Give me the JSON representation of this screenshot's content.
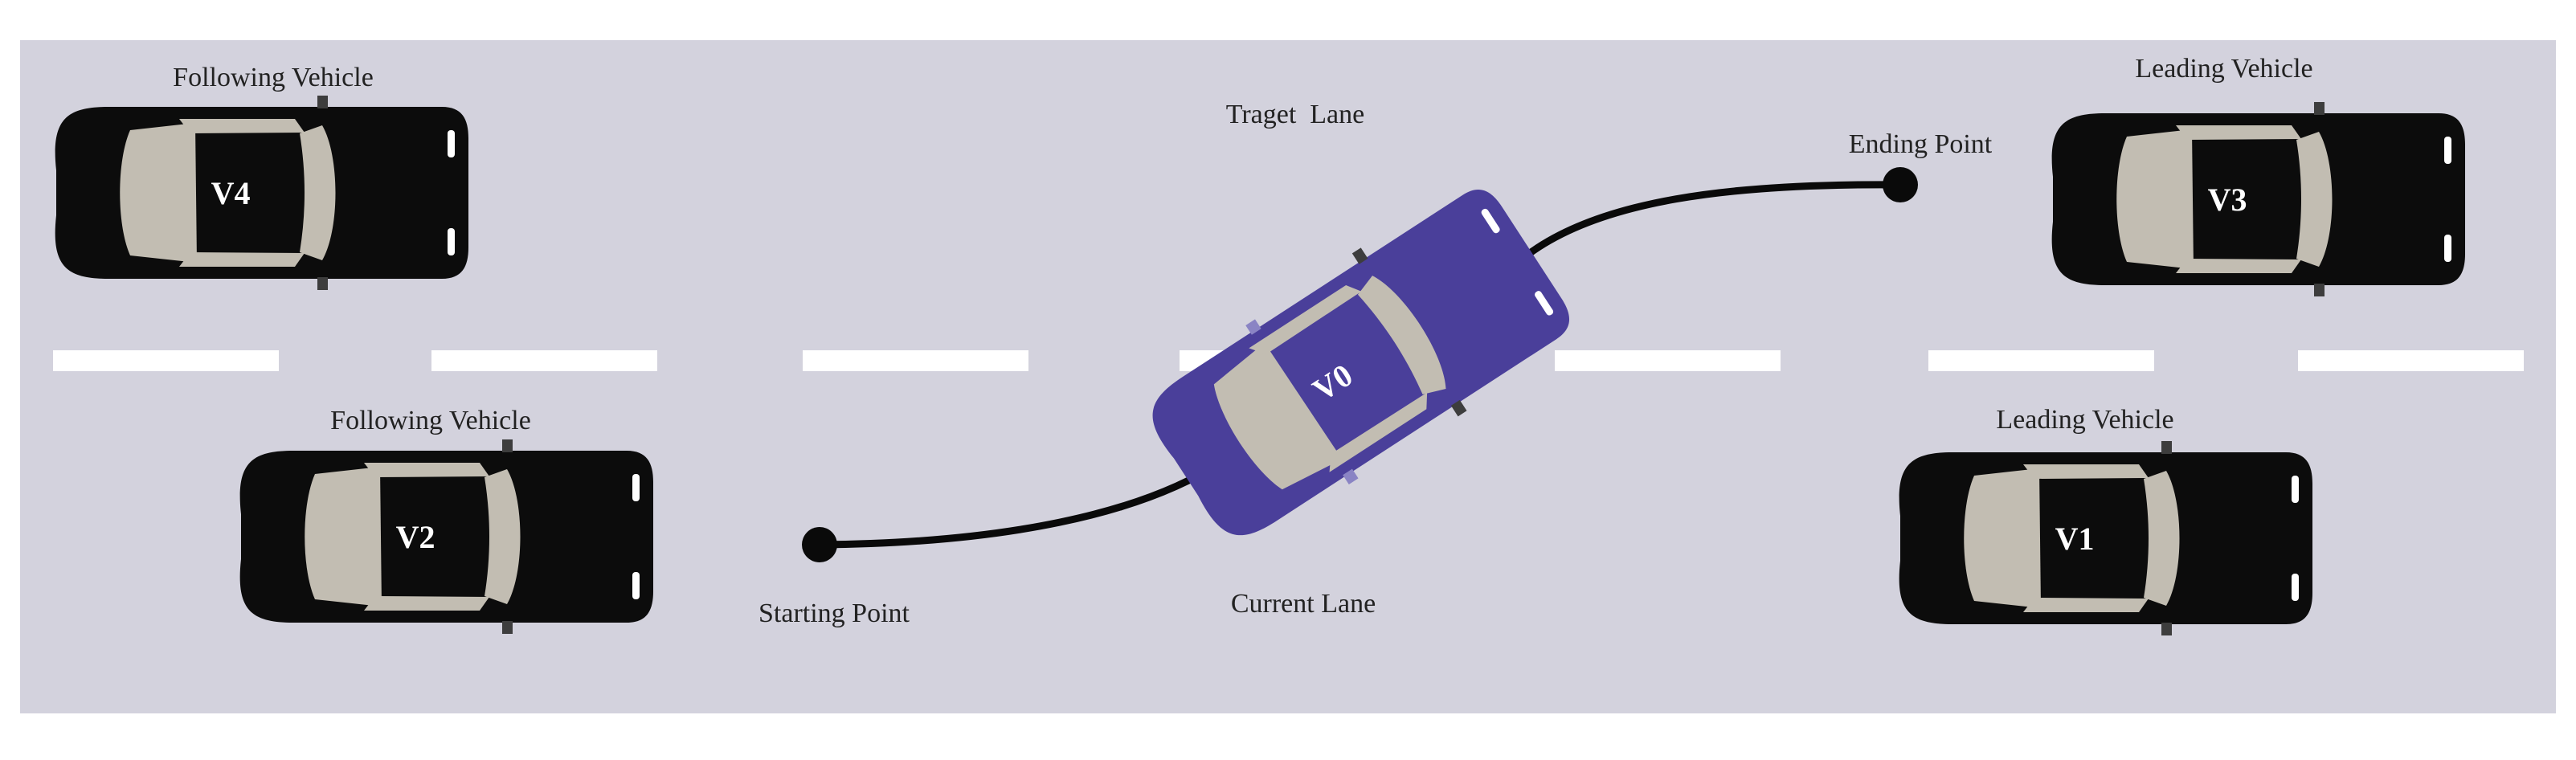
{
  "labels": {
    "v4_role": "Following Vehicle",
    "v2_role": "Following Vehicle",
    "v3_role": "Leading Vehicle",
    "v1_role": "Leading Vehicle",
    "target_lane": "Traget  Lane",
    "current_lane": "Current Lane",
    "starting_point": "Starting Point",
    "ending_point": "Ending Point"
  },
  "vehicles": {
    "v0": "V0",
    "v1": "V1",
    "v2": "V2",
    "v3": "V3",
    "v4": "V4"
  },
  "colors": {
    "road": "#d3d2dd",
    "lane_marking": "#ffffff",
    "ego_vehicle": "#4a3f9a",
    "other_vehicles": "#0c0c0c",
    "windows": "#c2bdb2",
    "trajectory": "#0a0a0a"
  }
}
